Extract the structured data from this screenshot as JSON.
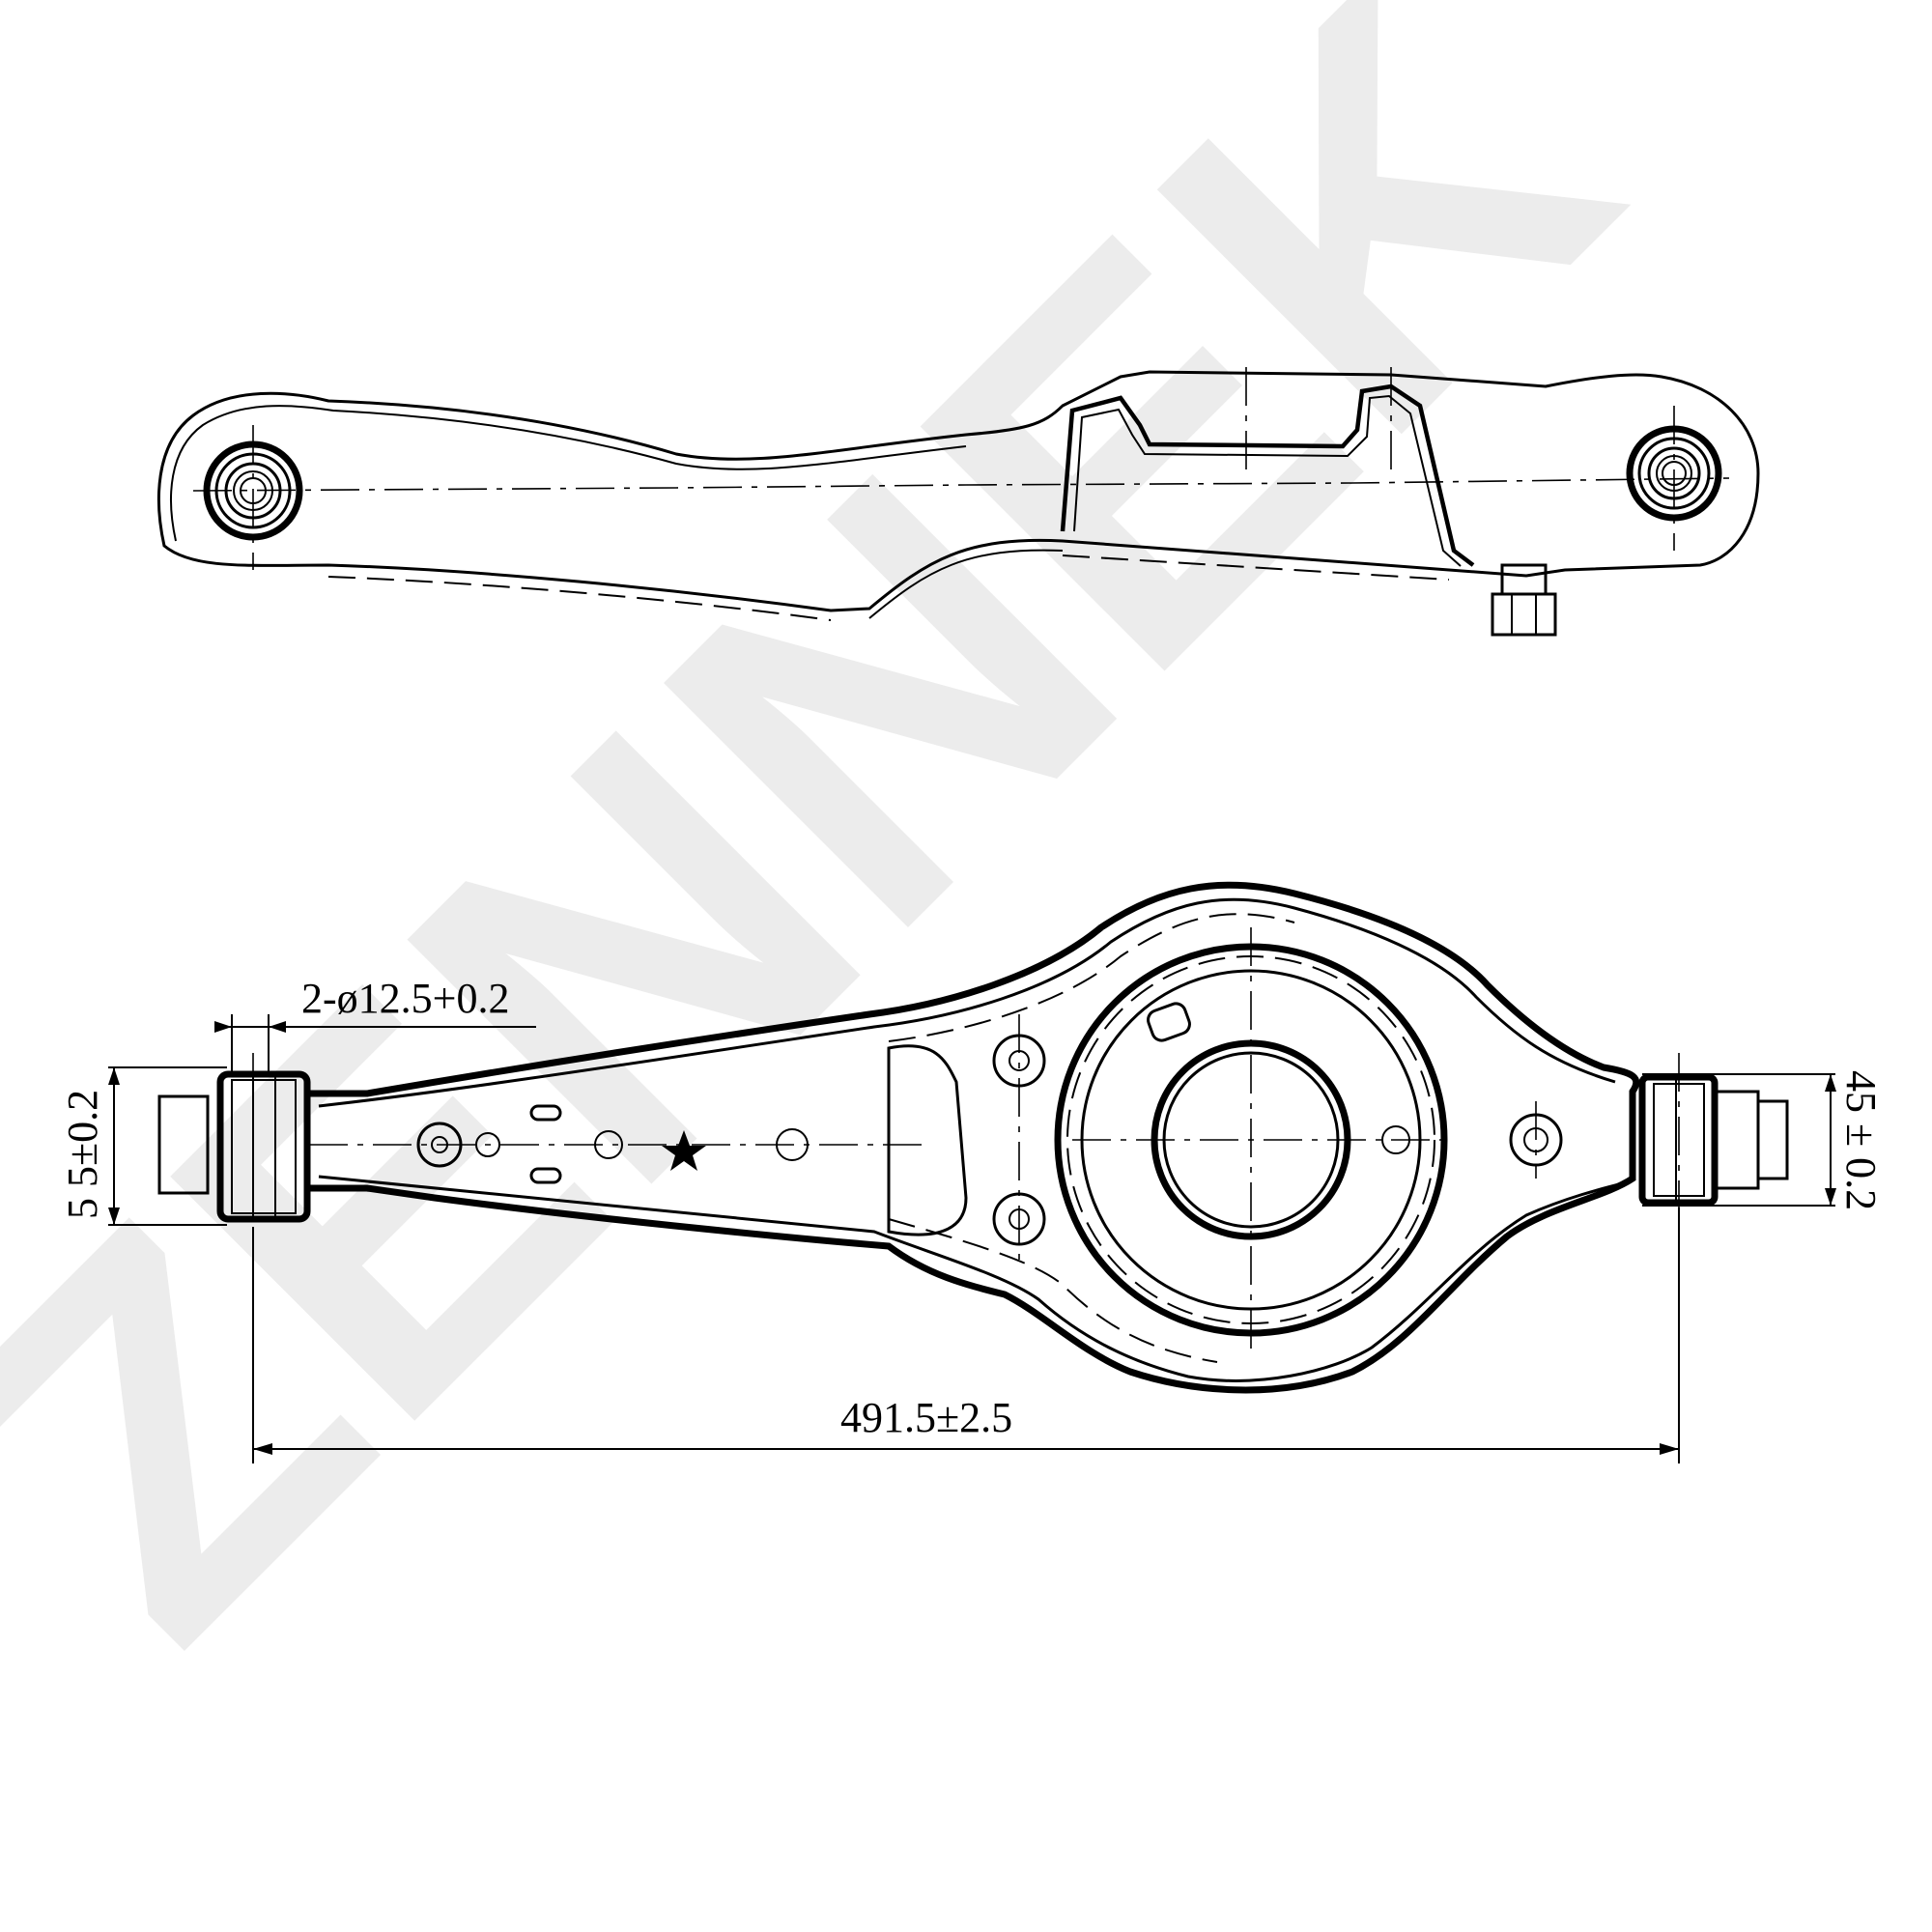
{
  "watermark": {
    "text": "ZENNEK",
    "color": "#ececec"
  },
  "dimensions": {
    "hole_callout": "2-ø12.5+0.2",
    "left_bushing_width": "5 5±0.2",
    "right_bushing_width": "45 ± 0.2",
    "overall_length": "491.5±2.5"
  },
  "views": [
    {
      "name": "side-view"
    },
    {
      "name": "top-view"
    }
  ]
}
